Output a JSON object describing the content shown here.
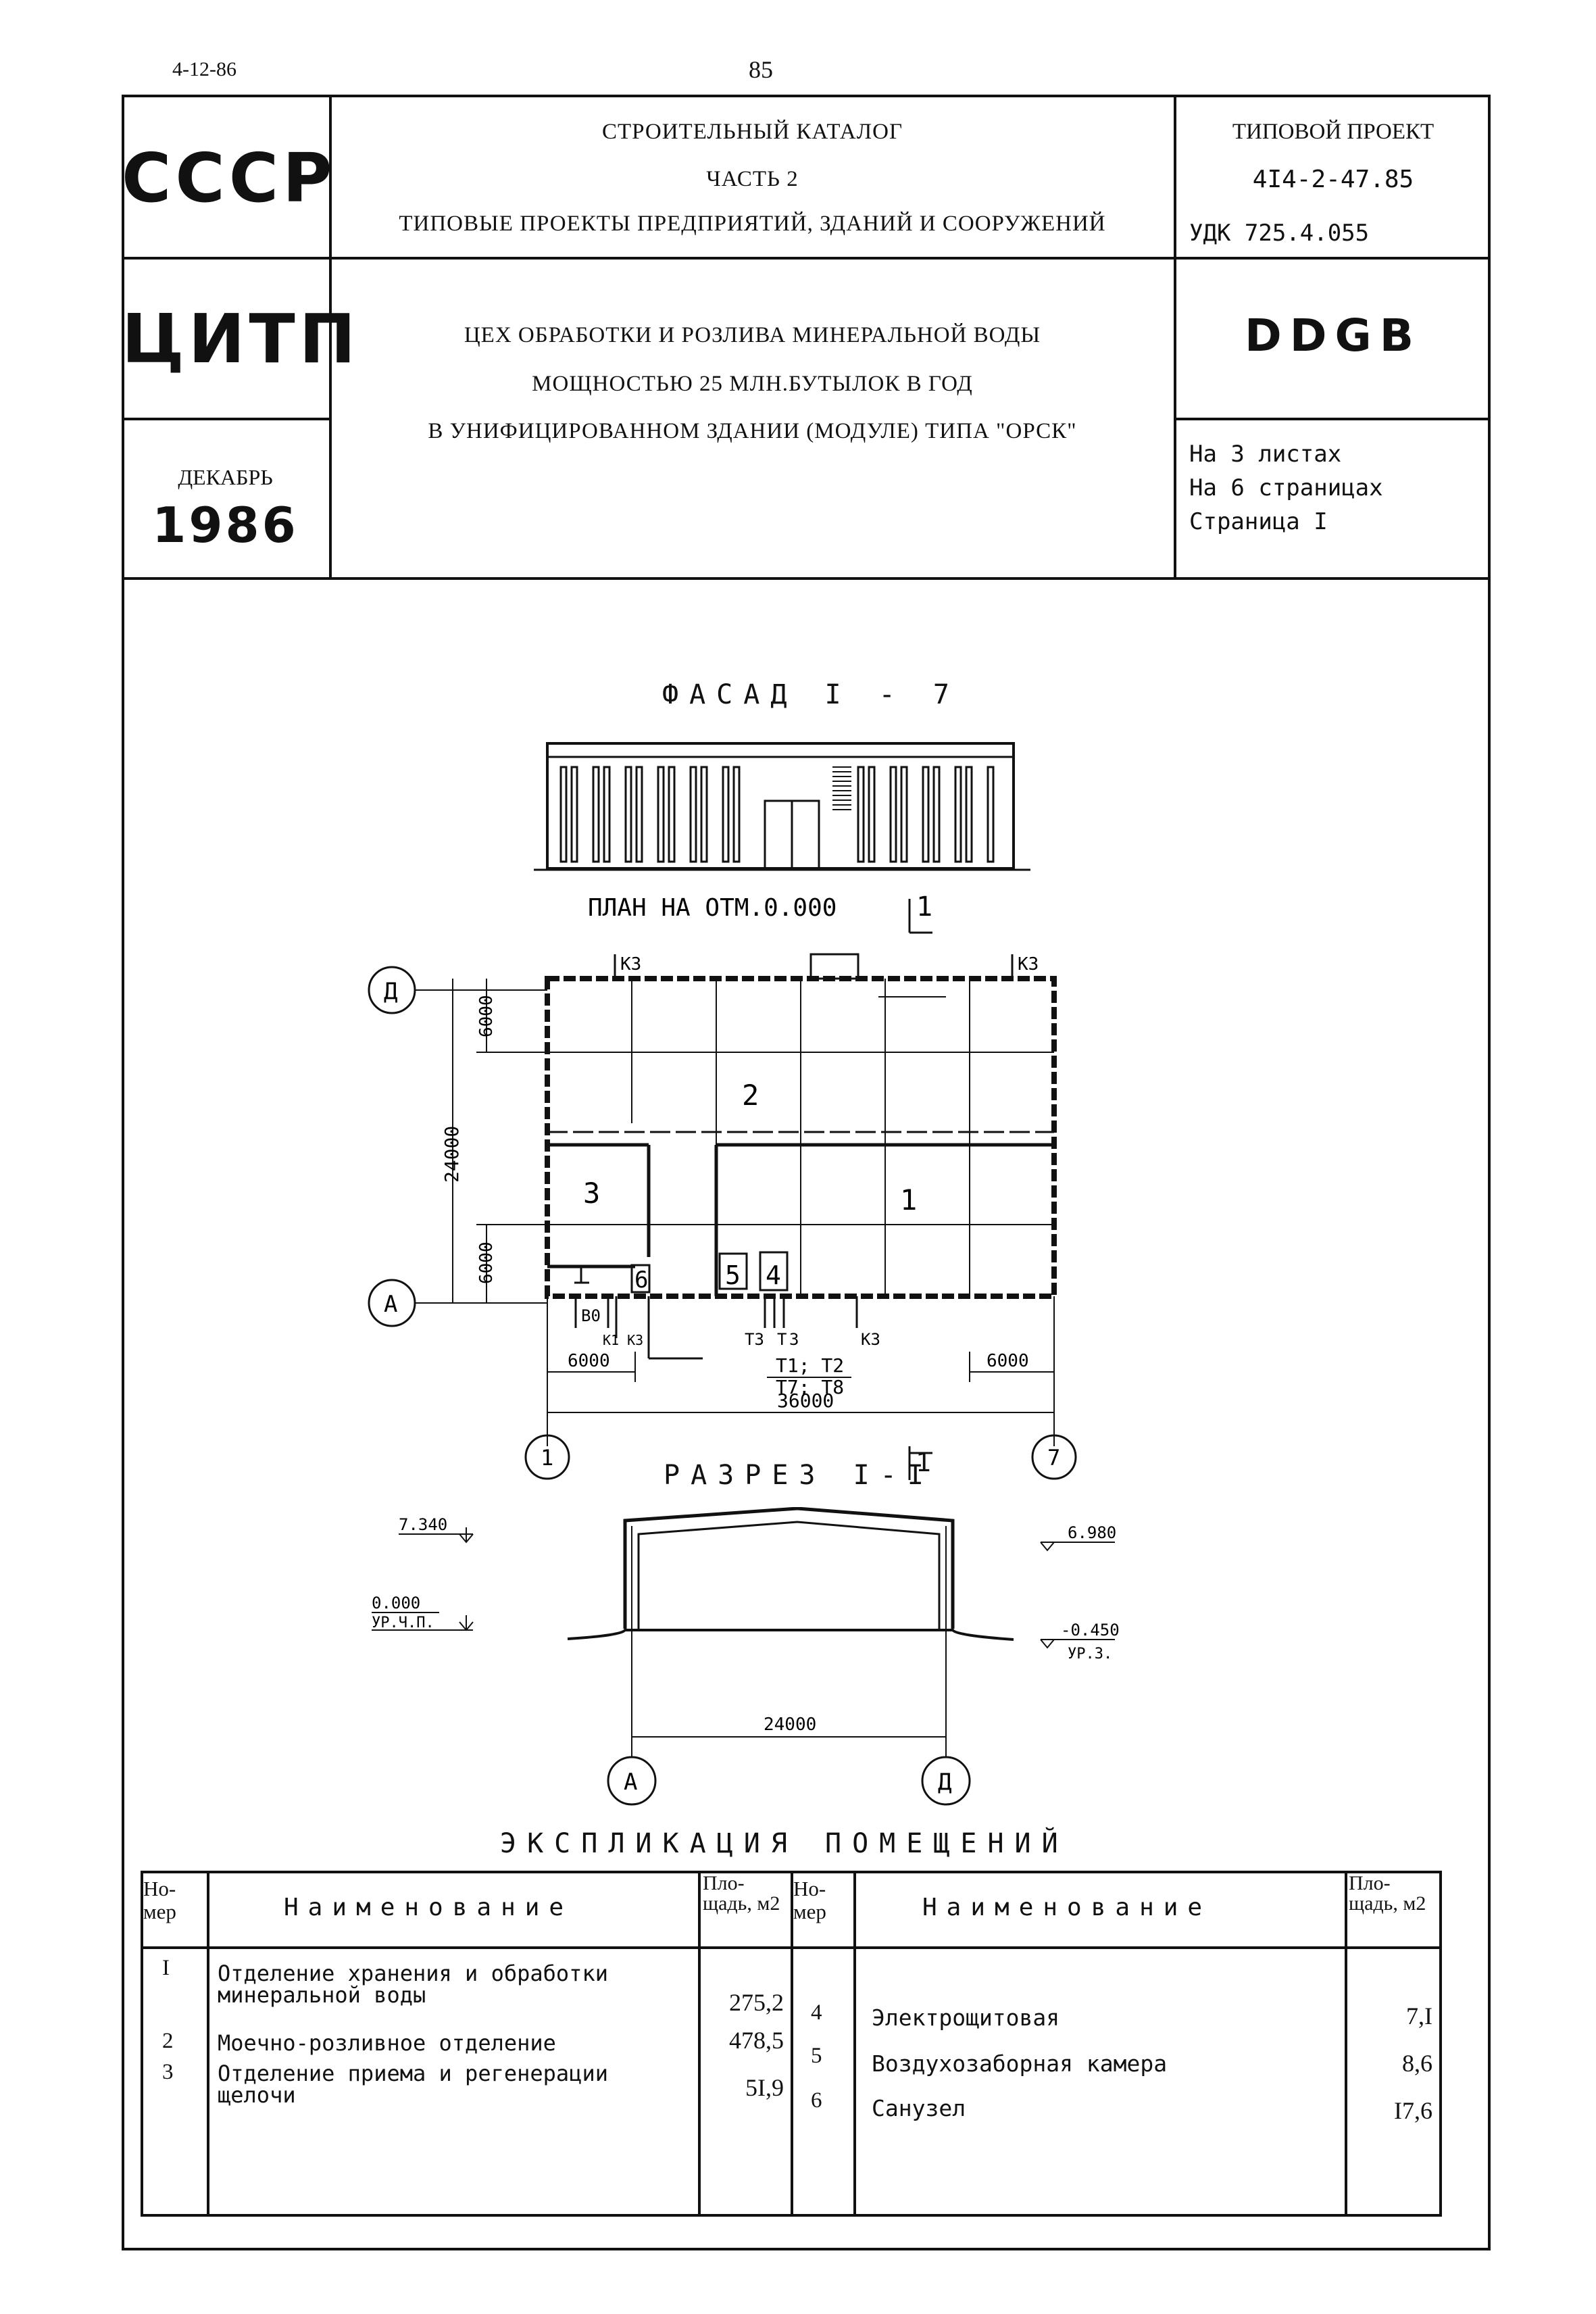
{
  "page": {
    "date_stamp": "4-12-86",
    "page_number": "85"
  },
  "header": {
    "org_top": "СССР",
    "org_mid": "ЦИТП",
    "month": "ДЕКАБРЬ",
    "year": "1986",
    "catalog_line1": "СТРОИТЕЛЬНЫЙ КАТАЛОГ",
    "catalog_line2": "ЧАСТЬ 2",
    "catalog_line3": "ТИПОВЫЕ ПРОЕКТЫ ПРЕДПРИЯТИЙ, ЗДАНИЙ И СООРУЖЕНИЙ",
    "project_label": "ТИПОВОЙ ПРОЕКТ",
    "project_number": "4I4-2-47.85",
    "udk": "УДК 725.4.055",
    "title_line1": "ЦЕХ ОБРАБОТКИ И РОЗЛИВА МИНЕРАЛЬНОЙ ВОДЫ",
    "title_line2": "МОЩНОСТЬЮ 25 МЛН.БУТЫЛОК В ГОД",
    "title_line3": "В УНИФИЦИРОВАННОМ ЗДАНИИ (МОДУЛЕ) ТИПА \"ОРСК\"",
    "code": "DDGB",
    "sheets": "На 3 листах",
    "pages": "На 6 страницах",
    "page": "Страница I"
  },
  "drawings": {
    "facade_title": "ФАСАД I - 7",
    "plan_title": "ПЛАН НА ОТМ.0.000",
    "section_title": "РАЗРЕЗ I-I",
    "section_mark": "1",
    "axis_D": "Д",
    "axis_A": "А",
    "axis_1": "1",
    "axis_7": "7",
    "dim_24000": "24000",
    "dim_6000": "6000",
    "dim_36000": "36000",
    "dim_sec_24000": "24000",
    "room_1": "1",
    "room_2": "2",
    "room_3": "3",
    "room_4": "4",
    "room_5": "5",
    "room_6": "6",
    "k3": "К3",
    "v0": "В0",
    "k1k3": "К1 К3",
    "t3": "Т3",
    "t": "Т",
    "t3b": "3",
    "t1t2": "Т1; Т2",
    "t7t8": "Т7; Т8",
    "lvl_7340": "7.340",
    "lvl_6980": "6.980",
    "lvl_0000": "0.000",
    "lvl_urcp": "УР.Ч.П.",
    "lvl_0450": "-0.450",
    "lvl_urz": "УР.З."
  },
  "explication": {
    "title": "ЭКСПЛИКАЦИЯ ПОМЕЩЕНИЙ",
    "col_num": "Но- мер",
    "col_name": "Наименование",
    "col_area": "Пло- щадь, м2",
    "left_rows": [
      {
        "num": "I",
        "name": "Отделение хранения и обработки минеральной воды",
        "area": "275,2"
      },
      {
        "num": "2",
        "name": "Моечно-розливное отделение",
        "area": "478,5"
      },
      {
        "num": "3",
        "name": "Отделение приема и регенерации щелочи",
        "area": "5I,9"
      }
    ],
    "right_rows": [
      {
        "num": "4",
        "name": "Электрощитовая",
        "area": "7,I"
      },
      {
        "num": "5",
        "name": "Воздухозаборная камера",
        "area": "8,6"
      },
      {
        "num": "6",
        "name": "Санузел",
        "area": "I7,6"
      }
    ]
  }
}
